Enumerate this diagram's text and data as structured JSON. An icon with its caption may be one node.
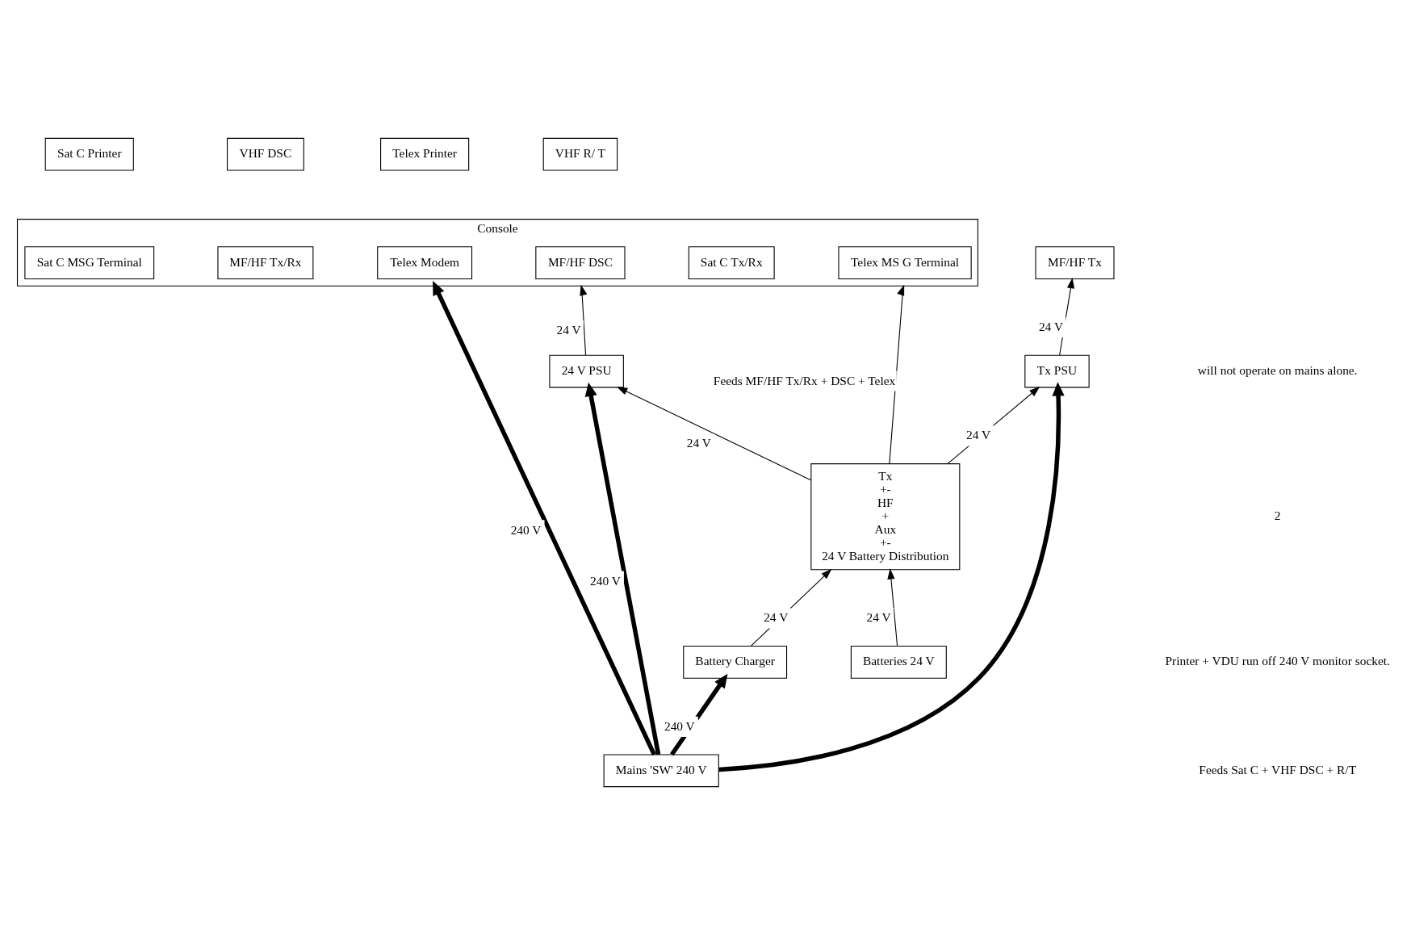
{
  "diagram": {
    "nodes": [
      {
        "text": [
          "Tx PSU"
        ]
      },
      {
        "text": [
          "MF/HF Tx"
        ]
      },
      {
        "text": [
          "24 V PSU"
        ]
      },
      {
        "text": [
          "Sat C Printer"
        ]
      },
      {
        "text": [
          "VHF DSC"
        ]
      },
      {
        "text": [
          "VHF R/ T"
        ]
      },
      {
        "text": [
          "Telex Printer"
        ]
      },
      {
        "text": [
          "Console"
        ]
      },
      {
        "text": [
          "Sat C MSG Terminal"
        ],
        "in": 7
      },
      {
        "text": [
          "Sat C Tx/Rx"
        ],
        "in": 7
      },
      {
        "text": [
          "MF/HF Tx/Rx"
        ],
        "in": 7
      },
      {
        "text": [
          "MF/HF DSC"
        ],
        "in": 7
      },
      {
        "text": [
          "Telex Modem"
        ],
        "in": 7
      },
      {
        "text": [
          "Telex MS G Terminal"
        ],
        "in": 7
      },
      {
        "text": [
          "Tx",
          "+-",
          "HF",
          "+",
          "Aux",
          "+-",
          "24 V Battery Distribution"
        ]
      },
      {
        "text": [
          "Mains 'SW' 240 V"
        ]
      },
      {
        "text": [
          "Batteries 24 V"
        ]
      },
      {
        "text": [
          "Battery Charger"
        ]
      }
    ],
    "edges": [
      {
        "from": 0,
        "to": 1,
        "arrow": "to",
        "label": "24 V"
      },
      {
        "from": 15,
        "to": 0,
        "arrow": "to",
        "style": "thick"
      },
      {
        "from": 15,
        "to": 2,
        "arrow": "to",
        "label": "240 V",
        "style": "thick"
      },
      {
        "from": 2,
        "to": 7,
        "arrow": "to",
        "label": "24 V"
      },
      {
        "from": 15,
        "to": 7,
        "arrow": "to",
        "label": "240 V",
        "style": "thick"
      },
      {
        "from": 14,
        "to": 2,
        "arrow": "to",
        "label": "24 V"
      },
      {
        "from": 14,
        "to": 7,
        "arrow": "to",
        "label": "Feeds MF/HF Tx/Rx + DSC + Telex"
      },
      {
        "from": 14,
        "to": 0,
        "arrow": "to",
        "label": "24 V"
      },
      {
        "from": 16,
        "to": 14,
        "arrow": "to",
        "label": "24 V"
      },
      {
        "from": 17,
        "to": 14,
        "arrow": "to",
        "label": "24 V"
      },
      {
        "from": 15,
        "to": 17,
        "arrow": "to",
        "label": "240 V",
        "style": "thick"
      }
    ],
    "labels": [
      "will not operate on mains alone.",
      "2",
      "Printer + VDU run off 240 V monitor socket.",
      "Feeds Sat C + VHF DSC + R/T"
    ]
  }
}
